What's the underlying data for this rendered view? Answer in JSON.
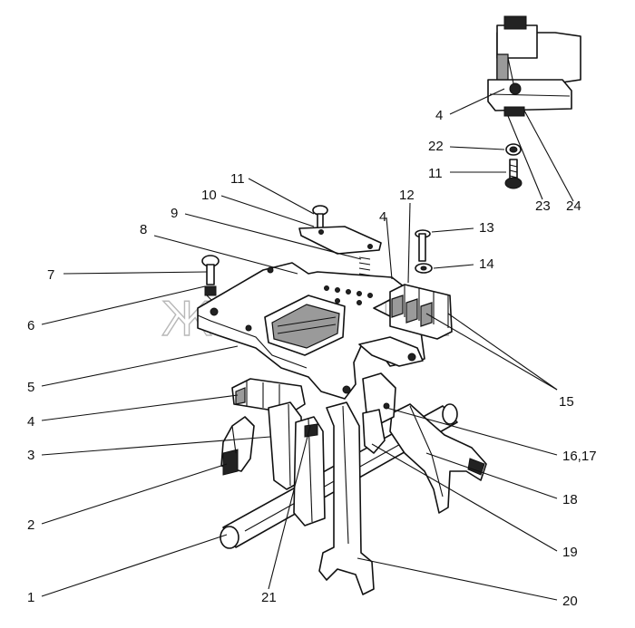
{
  "watermark": "ЖЕЛЕЗЯКА",
  "callouts": [
    {
      "id": "c1",
      "text": "1"
    },
    {
      "id": "c2",
      "text": "2"
    },
    {
      "id": "c3",
      "text": "3"
    },
    {
      "id": "c4a",
      "text": "4"
    },
    {
      "id": "c5",
      "text": "5"
    },
    {
      "id": "c6",
      "text": "6"
    },
    {
      "id": "c7",
      "text": "7"
    },
    {
      "id": "c8",
      "text": "8"
    },
    {
      "id": "c9",
      "text": "9"
    },
    {
      "id": "c10",
      "text": "10"
    },
    {
      "id": "c11a",
      "text": "11"
    },
    {
      "id": "c4b",
      "text": "4"
    },
    {
      "id": "c12",
      "text": "12"
    },
    {
      "id": "c13",
      "text": "13"
    },
    {
      "id": "c14",
      "text": "14"
    },
    {
      "id": "c15",
      "text": "15"
    },
    {
      "id": "c1617",
      "text": "16,17"
    },
    {
      "id": "c18",
      "text": "18"
    },
    {
      "id": "c19",
      "text": "19"
    },
    {
      "id": "c20",
      "text": "20"
    },
    {
      "id": "c21",
      "text": "21"
    },
    {
      "id": "c4c",
      "text": "4"
    },
    {
      "id": "c22",
      "text": "22"
    },
    {
      "id": "c11b",
      "text": "11"
    },
    {
      "id": "c23",
      "text": "23"
    },
    {
      "id": "c24",
      "text": "24"
    }
  ]
}
